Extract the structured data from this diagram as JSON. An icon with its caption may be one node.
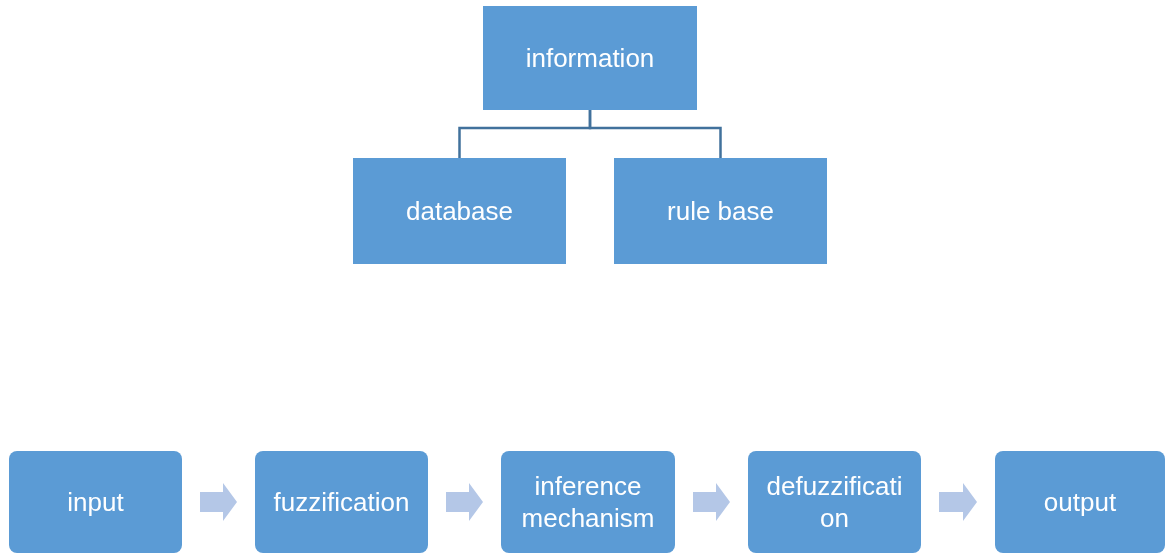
{
  "diagram": {
    "nodes": [
      {
        "text": [
          "information"
        ]
      },
      {
        "text": [
          "database"
        ]
      },
      {
        "text": [
          "rule base"
        ]
      },
      {
        "text": [
          "input"
        ]
      },
      {
        "text": [
          "fuzzification"
        ]
      },
      {
        "text": [
          "inference mechanism"
        ]
      },
      {
        "text": [
          "defuzzification"
        ]
      },
      {
        "text": [
          "output"
        ]
      }
    ],
    "edges": [
      {
        "from": 0,
        "to": 1,
        "arrow": "none",
        "color": "#41719c"
      },
      {
        "from": 0,
        "to": 2,
        "arrow": "none",
        "color": "#41719c"
      },
      {
        "from": 3,
        "to": 4,
        "arrow": "to"
      },
      {
        "from": 4,
        "to": 5,
        "arrow": "to"
      },
      {
        "from": 5,
        "to": 6,
        "arrow": "to"
      },
      {
        "from": 6,
        "to": 7,
        "arrow": "to"
      }
    ]
  }
}
